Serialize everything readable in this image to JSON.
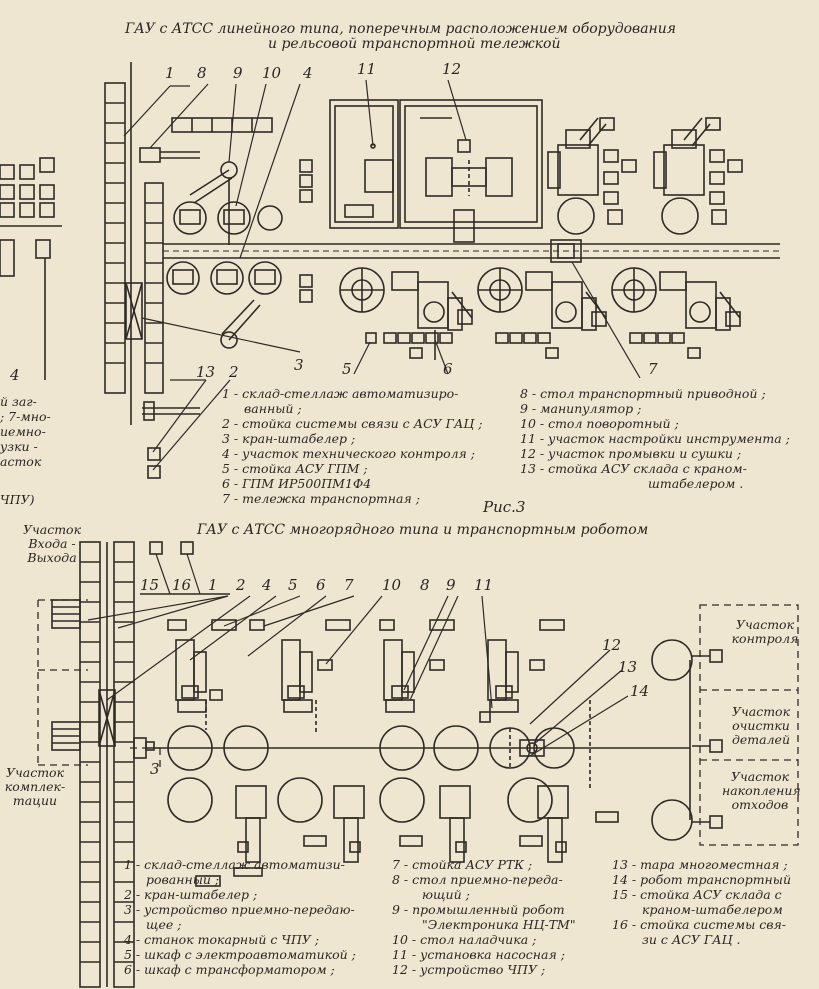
{
  "top": {
    "title_line1": "ГАУ с АТСС линейного типа, поперечным расположением оборудования",
    "title_line2": "и рельсовой транспортной тележкой",
    "markers": [
      "1",
      "8",
      "9",
      "10",
      "4",
      "11",
      "12",
      "13",
      "2",
      "3",
      "5",
      "6",
      "7"
    ],
    "legend_left": [
      "1 - склад-стеллаж автоматизиро-",
      "ванный ;",
      "2 - стойка системы связи с АСУ ГАЦ ;",
      "3 - кран-штабелер ;",
      "4 - участок технического контроля ;",
      "5 - стойка АСУ ГПМ ;",
      "6 - ГПМ ИР500ПМ1Ф4",
      "7 - тележка транспортная ;"
    ],
    "legend_right": [
      "8 - стол транспортный приводной ;",
      "9 - манипулятор ;",
      "10 - стол поворотный ;",
      "11 - участок настройки инструмента ;",
      "12 - участок промывки и сушки ;",
      "13 - стойка АСУ склада с краном-",
      "штабелером ."
    ],
    "caption": "Рис.3",
    "left_fragment": [
      "4",
      "й заг-",
      "; 7-мно-",
      "иемно-",
      "узки -",
      "асток",
      "ЧПУ)"
    ]
  },
  "bottom": {
    "title": "ГАУ с АТСС многорядного типа и транспортным роботом",
    "markers": [
      "15",
      "16",
      "1",
      "2",
      "4",
      "5",
      "6",
      "7",
      "10",
      "8",
      "9",
      "11",
      "12",
      "13",
      "14",
      "3"
    ],
    "zones_left": [
      "Участок Входа - Выхода",
      "Участок комплек- тации"
    ],
    "zones_right": [
      "Участок контроля",
      "Участок очистки деталей",
      "Участок накопления отходов"
    ],
    "legend_col1": [
      "1 - склад-стеллаж автоматизи-",
      "рованный ;",
      "2 - кран-штабелер ;",
      "3 - устройство приемно-передаю-",
      "щее ;",
      "4 - станок токарный с ЧПУ ;",
      "5 - шкаф с электроавтоматикой ;",
      "6 - шкаф с трансформатором ;"
    ],
    "legend_col2": [
      "7 - стойка АСУ РТК ;",
      "8 - стол приемно-переда-",
      "ющий ;",
      "9 - промышленный робот",
      "\"Электроника НЦ-ТМ\"",
      "10 - стол наладчика ;",
      "11 - установка насосная ;",
      "12 - устройство ЧПУ ;"
    ],
    "legend_col3": [
      "13 - тара многоместная ;",
      "14 - робот транспортный",
      "15 - стойка АСУ склада с",
      "краном-штабелером",
      "16 - стойка системы свя-",
      "зи с АСУ ГАЦ ."
    ]
  }
}
